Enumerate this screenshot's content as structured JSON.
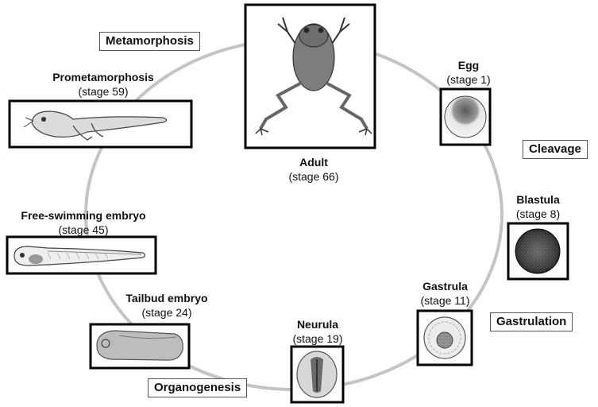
{
  "stages": {
    "adult": {
      "name": "Adult",
      "stage": "(stage 66)"
    },
    "egg": {
      "name": "Egg",
      "stage": "(stage 1)"
    },
    "blastula": {
      "name": "Blastula",
      "stage": "(stage 8)"
    },
    "gastrula": {
      "name": "Gastrula",
      "stage": "(stage 11)"
    },
    "neurula": {
      "name": "Neurula",
      "stage": "(stage 19)"
    },
    "tailbud": {
      "name": "Tailbud embryo",
      "stage": "(stage 24)"
    },
    "free_swimming": {
      "name": "Free-swimming embryo",
      "stage": "(stage 45)"
    },
    "prometamorphosis": {
      "name": "Prometamorphosis",
      "stage": "(stage 59)"
    }
  },
  "processes": {
    "metamorphosis": "Metamorphosis",
    "cleavage": "Cleavage",
    "gastrulation": "Gastrulation",
    "organogenesis": "Organogenesis"
  }
}
